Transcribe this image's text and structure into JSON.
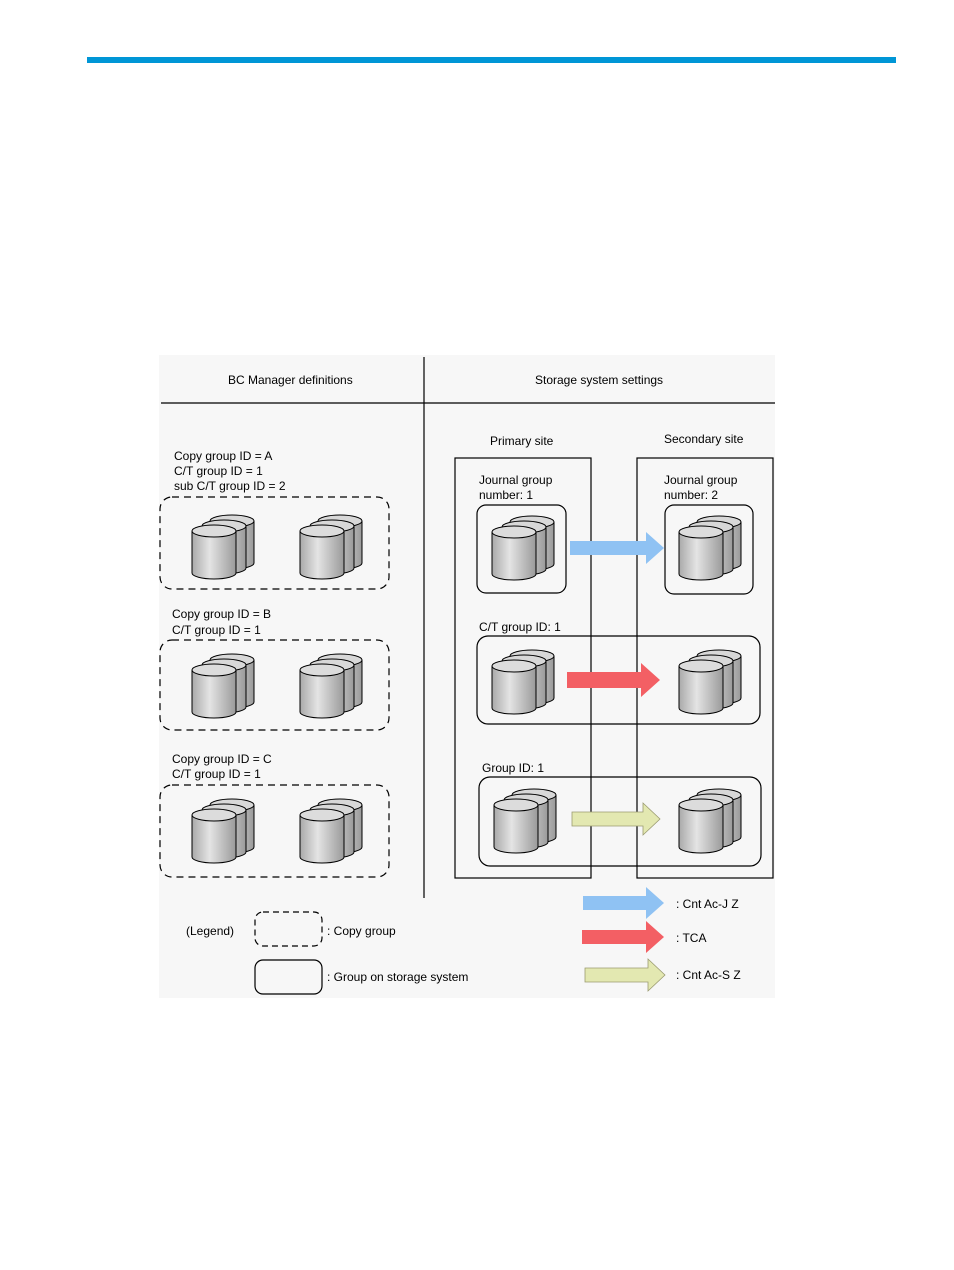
{
  "header": {
    "rule_color": "#0096d6"
  },
  "diagram": {
    "left_header": "BC Manager definitions",
    "right_header": "Storage system settings",
    "primary_site": "Primary site",
    "secondary_site": "Secondary site",
    "copy_groups": [
      {
        "lines": [
          "Copy group ID = A",
          "C/T group ID = 1",
          "sub C/T group ID = 2"
        ]
      },
      {
        "lines": [
          "Copy group ID = B",
          "C/T group ID = 1"
        ]
      },
      {
        "lines": [
          "Copy group ID = C",
          "C/T group ID = 1"
        ]
      }
    ],
    "storage_groups": [
      {
        "primary_lines": [
          "Journal group",
          "number: 1"
        ],
        "secondary_lines": [
          "Journal group",
          "number: 2"
        ],
        "arrow": "blue"
      },
      {
        "label": "C/T group ID: 1",
        "arrow": "red"
      },
      {
        "label": "Group ID: 1",
        "arrow": "yellow"
      }
    ],
    "legend": {
      "title": "(Legend)",
      "copy_group": ": Copy group",
      "storage_group": ": Group on storage system",
      "arrows": [
        {
          "color": "blue",
          "label": ": Cnt Ac-J Z"
        },
        {
          "color": "red",
          "label": ":  TCA"
        },
        {
          "color": "yellow",
          "label": ": Cnt Ac-S Z"
        }
      ]
    },
    "colors": {
      "blue": "#8fc2f3",
      "red": "#f35f64",
      "yellow": "#e3e8b1",
      "background": "#f7f7f7",
      "cylinder": "#c8c8c8"
    }
  }
}
